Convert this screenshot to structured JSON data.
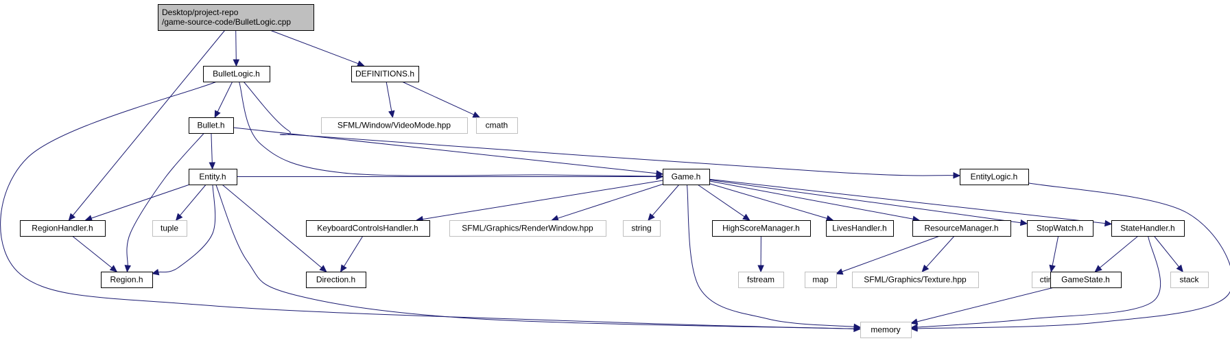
{
  "colors": {
    "edge": "#191970",
    "root_fill": "#bfbfbf",
    "node_fill": "#ffffff",
    "node_border": "#000000",
    "system_border": "#bfbfbf",
    "system_text": "#808080",
    "text": "#000000"
  },
  "nodes": [
    {
      "id": "root",
      "lines": [
        "Desktop/project-repo",
        "/game-source-code/BulletLogic.cpp"
      ],
      "kind": "root"
    },
    {
      "id": "bulletlogic_h",
      "lines": [
        "BulletLogic.h"
      ],
      "kind": "project"
    },
    {
      "id": "definitions_h",
      "lines": [
        "DEFINITIONS.h"
      ],
      "kind": "project"
    },
    {
      "id": "videomode",
      "lines": [
        "SFML/Window/VideoMode.hpp"
      ],
      "kind": "system"
    },
    {
      "id": "cmath",
      "lines": [
        "cmath"
      ],
      "kind": "system"
    },
    {
      "id": "bullet_h",
      "lines": [
        "Bullet.h"
      ],
      "kind": "project"
    },
    {
      "id": "entity_h",
      "lines": [
        "Entity.h"
      ],
      "kind": "project"
    },
    {
      "id": "game_h",
      "lines": [
        "Game.h"
      ],
      "kind": "project"
    },
    {
      "id": "entitylogic_h",
      "lines": [
        "EntityLogic.h"
      ],
      "kind": "project"
    },
    {
      "id": "regionhandler_h",
      "lines": [
        "RegionHandler.h"
      ],
      "kind": "project"
    },
    {
      "id": "tuple",
      "lines": [
        "tuple"
      ],
      "kind": "system"
    },
    {
      "id": "region_h",
      "lines": [
        "Region.h"
      ],
      "kind": "project"
    },
    {
      "id": "direction_h",
      "lines": [
        "Direction.h"
      ],
      "kind": "project"
    },
    {
      "id": "keyboard_h",
      "lines": [
        "KeyboardControlsHandler.h"
      ],
      "kind": "project"
    },
    {
      "id": "renderwindow",
      "lines": [
        "SFML/Graphics/RenderWindow.hpp"
      ],
      "kind": "system"
    },
    {
      "id": "string",
      "lines": [
        "string"
      ],
      "kind": "system"
    },
    {
      "id": "highscore_h",
      "lines": [
        "HighScoreManager.h"
      ],
      "kind": "project"
    },
    {
      "id": "lives_h",
      "lines": [
        "LivesHandler.h"
      ],
      "kind": "project"
    },
    {
      "id": "resource_h",
      "lines": [
        "ResourceManager.h"
      ],
      "kind": "project"
    },
    {
      "id": "stopwatch_h",
      "lines": [
        "StopWatch.h"
      ],
      "kind": "project"
    },
    {
      "id": "statehandler_h",
      "lines": [
        "StateHandler.h"
      ],
      "kind": "project"
    },
    {
      "id": "fstream",
      "lines": [
        "fstream"
      ],
      "kind": "system"
    },
    {
      "id": "map",
      "lines": [
        "map"
      ],
      "kind": "system"
    },
    {
      "id": "texture",
      "lines": [
        "SFML/Graphics/Texture.hpp"
      ],
      "kind": "system"
    },
    {
      "id": "ctime",
      "lines": [
        "ctime"
      ],
      "kind": "system"
    },
    {
      "id": "gamestate_h",
      "lines": [
        "GameState.h"
      ],
      "kind": "project"
    },
    {
      "id": "stack",
      "lines": [
        "stack"
      ],
      "kind": "system"
    },
    {
      "id": "memory",
      "lines": [
        "memory"
      ],
      "kind": "system"
    }
  ],
  "edges": [
    [
      "root",
      "bulletlogic_h"
    ],
    [
      "root",
      "definitions_h"
    ],
    [
      "root",
      "regionhandler_h"
    ],
    [
      "definitions_h",
      "videomode"
    ],
    [
      "definitions_h",
      "cmath"
    ],
    [
      "bulletlogic_h",
      "bullet_h"
    ],
    [
      "bulletlogic_h",
      "game_h"
    ],
    [
      "bulletlogic_h",
      "entitylogic_h"
    ],
    [
      "bulletlogic_h",
      "memory"
    ],
    [
      "bullet_h",
      "entity_h"
    ],
    [
      "bullet_h",
      "game_h"
    ],
    [
      "bullet_h",
      "region_h"
    ],
    [
      "entity_h",
      "regionhandler_h"
    ],
    [
      "entity_h",
      "tuple"
    ],
    [
      "entity_h",
      "region_h"
    ],
    [
      "entity_h",
      "direction_h"
    ],
    [
      "entity_h",
      "memory"
    ],
    [
      "entity_h",
      "game_h"
    ],
    [
      "regionhandler_h",
      "region_h"
    ],
    [
      "keyboard_h",
      "direction_h"
    ],
    [
      "game_h",
      "keyboard_h"
    ],
    [
      "game_h",
      "renderwindow"
    ],
    [
      "game_h",
      "string"
    ],
    [
      "game_h",
      "highscore_h"
    ],
    [
      "game_h",
      "lives_h"
    ],
    [
      "game_h",
      "resource_h"
    ],
    [
      "game_h",
      "stopwatch_h"
    ],
    [
      "game_h",
      "statehandler_h"
    ],
    [
      "game_h",
      "memory"
    ],
    [
      "highscore_h",
      "fstream"
    ],
    [
      "resource_h",
      "map"
    ],
    [
      "resource_h",
      "texture"
    ],
    [
      "stopwatch_h",
      "ctime"
    ],
    [
      "statehandler_h",
      "gamestate_h"
    ],
    [
      "statehandler_h",
      "stack"
    ],
    [
      "statehandler_h",
      "memory"
    ],
    [
      "gamestate_h",
      "memory"
    ],
    [
      "entitylogic_h",
      "memory"
    ]
  ]
}
